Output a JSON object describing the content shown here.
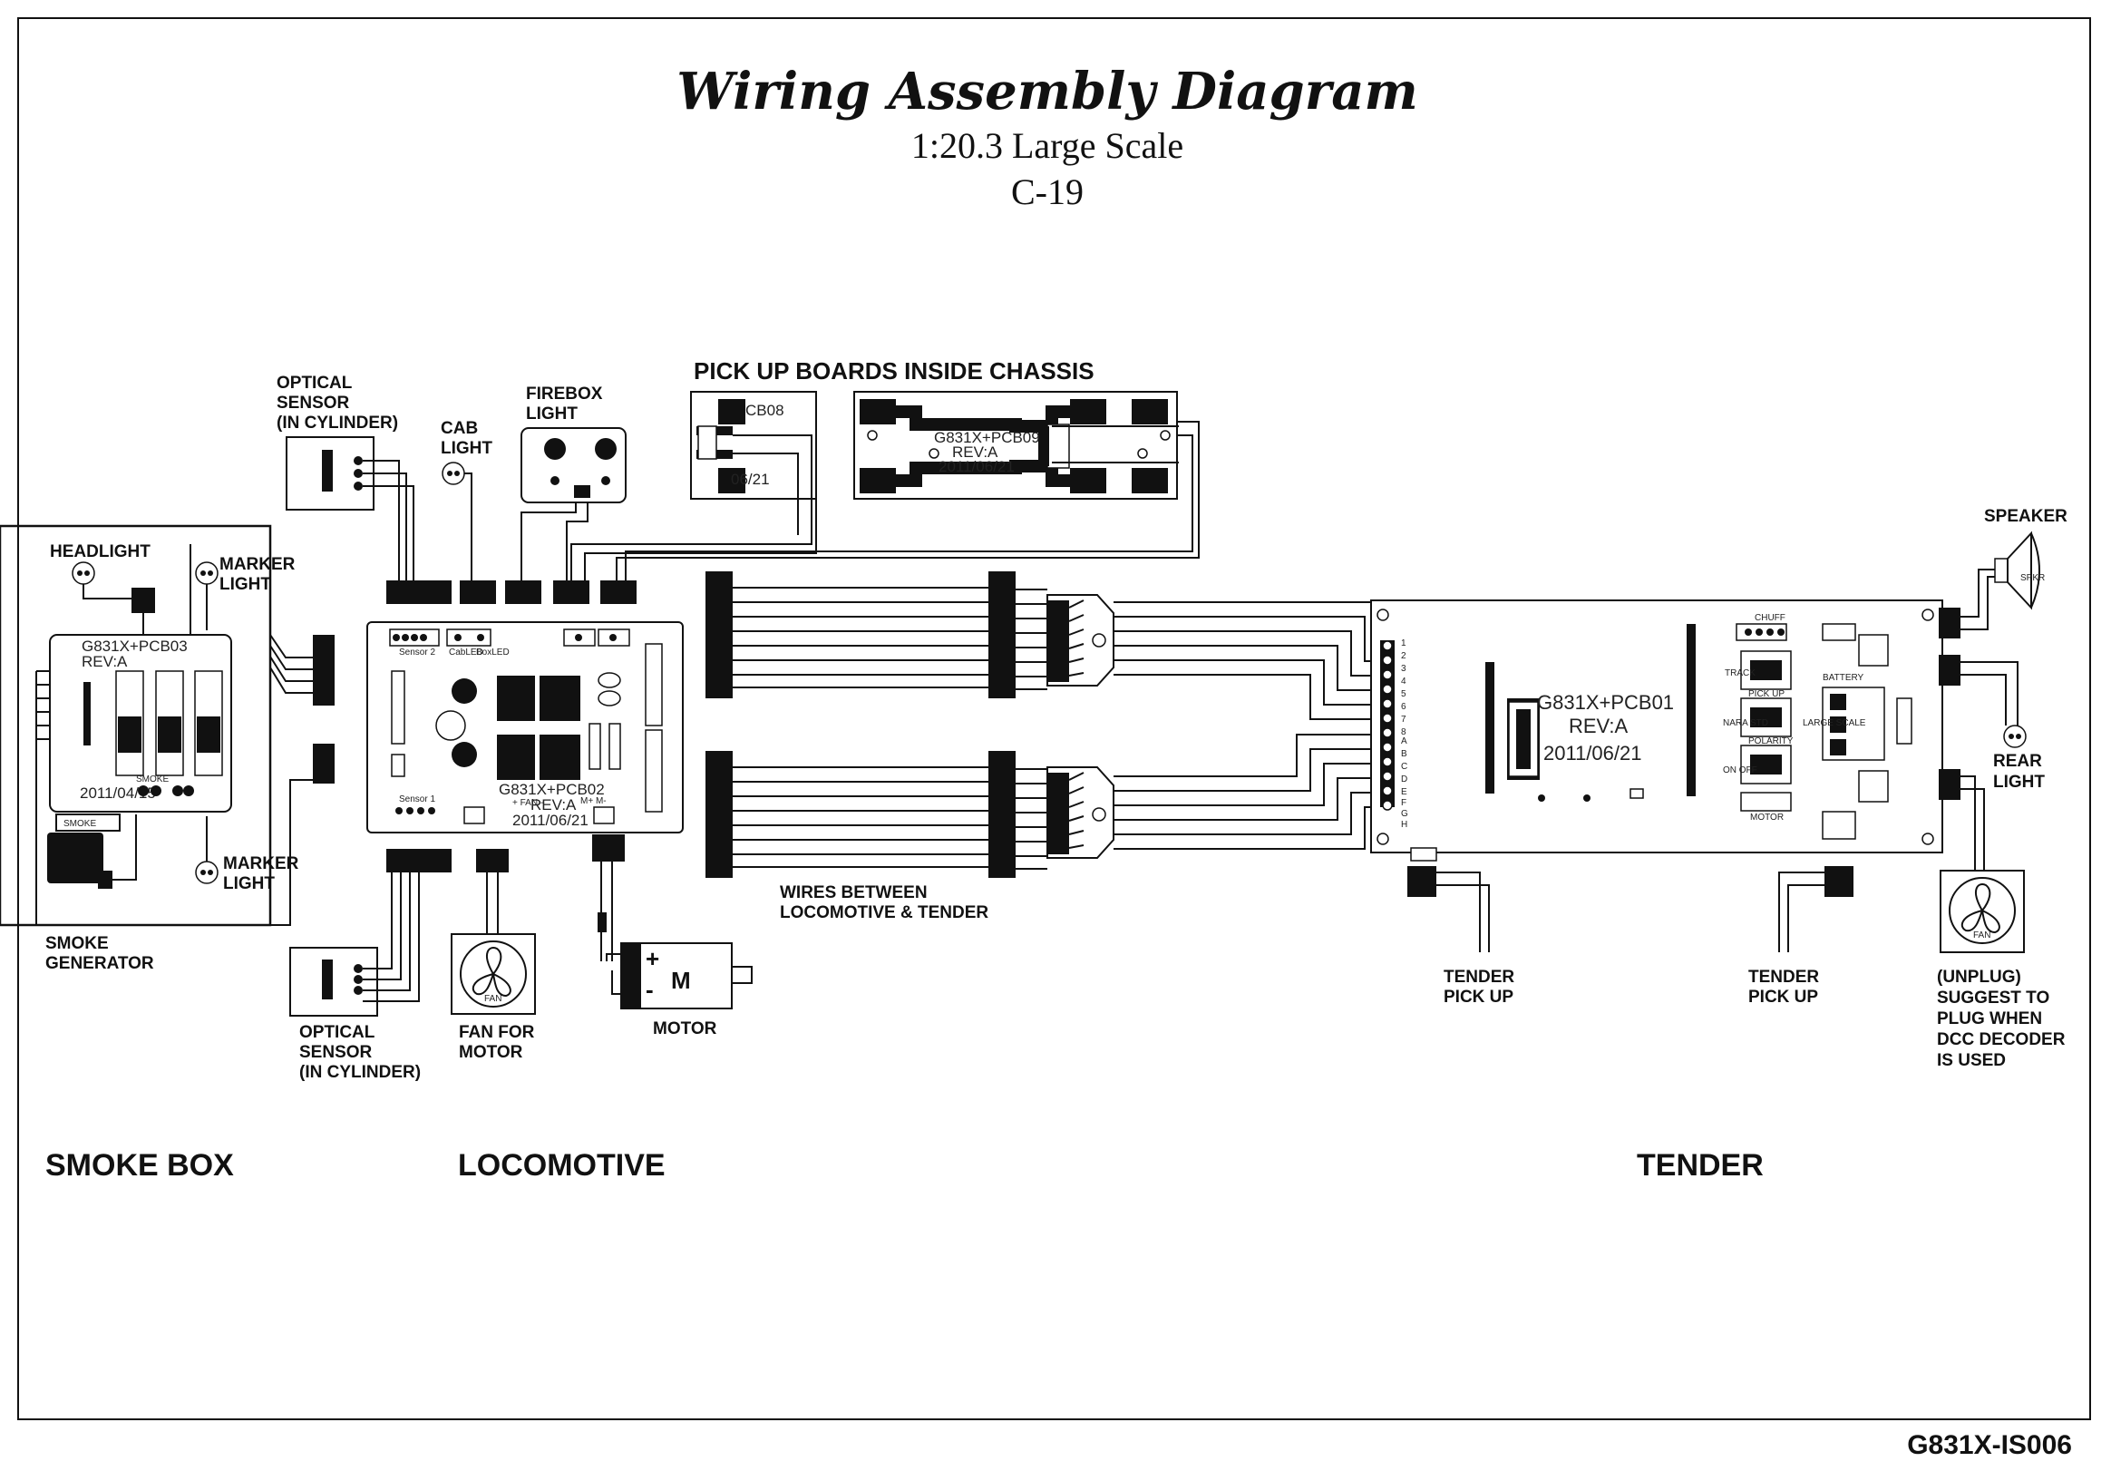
{
  "title": {
    "main": "Wiring Assembly Diagram",
    "scale": "1:20.3 Large Scale",
    "model": "C-19"
  },
  "sections": {
    "smoke_box": "SMOKE BOX",
    "locomotive": "LOCOMOTIVE",
    "tender": "TENDER"
  },
  "doc_code": "G831X-IS006",
  "labels": {
    "pickup_boards": "PICK UP BOARDS INSIDE CHASSIS",
    "optical_sensor_top": [
      "OPTICAL",
      "SENSOR",
      "(IN CYLINDER)"
    ],
    "optical_sensor_bottom": [
      "OPTICAL",
      "SENSOR",
      "(IN CYLINDER)"
    ],
    "cab_light": [
      "CAB",
      "LIGHT"
    ],
    "firebox_light": [
      "FIREBOX",
      "LIGHT"
    ],
    "headlight": "HEADLIGHT",
    "marker_light_top": [
      "MARKER",
      "LIGHT"
    ],
    "marker_light_bottom": [
      "MARKER",
      "LIGHT"
    ],
    "smoke_generator": [
      "SMOKE",
      "GENERATOR"
    ],
    "fan_for_motor": [
      "FAN FOR",
      "MOTOR"
    ],
    "motor": "MOTOR",
    "wires_between": [
      "WIRES BETWEEN",
      "LOCOMOTIVE & TENDER"
    ],
    "tender_pickup_left": [
      "TENDER",
      "PICK UP"
    ],
    "tender_pickup_right": [
      "TENDER",
      "PICK UP"
    ],
    "speaker": "SPEAKER",
    "rear_light": [
      "REAR",
      "LIGHT"
    ],
    "unplug_note": [
      "(UNPLUG)",
      "SUGGEST TO",
      "PLUG WHEN",
      "DCC DECODER",
      "IS USED"
    ]
  },
  "boards": {
    "pcb03": [
      "G831X+PCB03",
      "REV:A",
      "2011/04/15"
    ],
    "pcb02": [
      "G831X+PCB02",
      "REV:A",
      "2011/06/21"
    ],
    "pcb09": [
      "G831X+PCB09",
      "REV:A",
      "2011/06/21"
    ],
    "pcb08": [
      "CB08",
      "06/21"
    ],
    "pcb01": [
      "G831X+PCB01",
      "REV:A",
      "2011/06/21"
    ]
  },
  "board_text": {
    "smoke": "SMOKE",
    "fan": "FAN",
    "motor_glyph": "M",
    "plus": "+",
    "minus": "-",
    "pcb02_headers": [
      "Sensor 2",
      "CabLED",
      "BoxLED"
    ],
    "pcb02_sensor1": "Sensor 1",
    "pcb02_fan": "+ FAN -",
    "pcb02_motor": "M+  M-",
    "pcb01_pins_top": [
      "1",
      "2",
      "3",
      "4",
      "5",
      "6",
      "7",
      "8"
    ],
    "pcb01_pins_bottom": [
      "A",
      "B",
      "C",
      "D",
      "E",
      "F",
      "G",
      "H"
    ],
    "pcb01_switches": [
      "TRACK",
      "PICK UP",
      "NARA STD",
      "POLARITY",
      "ON OFF",
      "MOTOR",
      "BATTERY",
      "LARGE SCALE",
      "CHUFF"
    ],
    "speaker_tag": "SPKR"
  },
  "colors": {
    "ink": "#111111",
    "paper": "#ffffff"
  }
}
